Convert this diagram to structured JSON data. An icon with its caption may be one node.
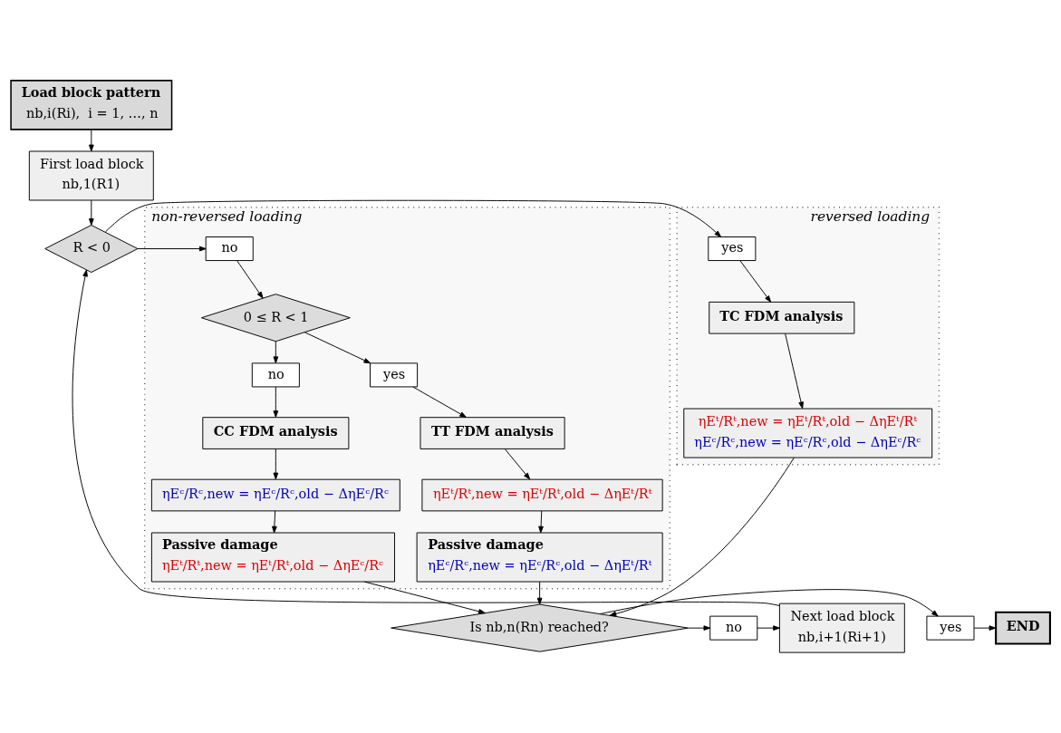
{
  "diagram": {
    "nodes": [
      {
        "text": [
          "Load block pattern",
          "nb,i(Ri),  i = 1, …, n"
        ]
      },
      {
        "text": [
          "First load block",
          "nb,1(R1)"
        ]
      },
      {
        "text": [
          "R < 0"
        ]
      },
      {
        "text": [
          "non-reversed loading"
        ]
      },
      {
        "text": [
          "no"
        ],
        "in": 3
      },
      {
        "text": [
          "reversed loading"
        ]
      },
      {
        "text": [
          "yes"
        ],
        "in": 5
      },
      {
        "text": [
          "0 ≤ R < 1"
        ],
        "in": 3
      },
      {
        "text": [
          "no"
        ],
        "in": 3
      },
      {
        "text": [
          "yes"
        ],
        "in": 3
      },
      {
        "text": [
          "CC FDM analysis"
        ],
        "in": 3
      },
      {
        "text": [
          "TT FDM analysis"
        ],
        "in": 3
      },
      {
        "text": [
          "ηEᶜ/Rᶜ,new = ηEᶜ/Rᶜ,old − ΔηEᶜ/Rᶜ"
        ],
        "in": 3
      },
      {
        "text": [
          "ηEᵗ/Rᵗ,new = ηEᵗ/Rᵗ,old − ΔηEᵗ/Rᵗ"
        ],
        "in": 3
      },
      {
        "text": [
          "Passive damage",
          "ηEᵗ/Rᵗ,new = ηEᵗ/Rᵗ,old − ΔηEᶜ/Rᶜ"
        ],
        "in": 3
      },
      {
        "text": [
          "Passive damage",
          "ηEᶜ/Rᶜ,new = ηEᶜ/Rᶜ,old − ΔηEᵗ/Rᵗ"
        ],
        "in": 3
      },
      {
        "text": [
          "TC FDM analysis"
        ],
        "in": 5
      },
      {
        "text": [
          "ηEᵗ/Rᵗ,new = ηEᵗ/Rᵗ,old − ΔηEᵗ/Rᵗ",
          "ηEᶜ/Rᶜ,new = ηEᶜ/Rᶜ,old − ΔηEᶜ/Rᶜ"
        ],
        "in": 5
      },
      {
        "text": [
          "Is nb,n(Rn) reached?"
        ]
      },
      {
        "text": [
          "yes"
        ]
      },
      {
        "text": [
          "END"
        ]
      },
      {
        "text": [
          "no"
        ]
      },
      {
        "text": [
          "Next load block",
          "nb,i+1(Ri+1)"
        ]
      }
    ],
    "edges": [
      {
        "from": 0,
        "to": 1,
        "arrow": "to"
      },
      {
        "from": 1,
        "to": 2,
        "arrow": "to"
      },
      {
        "from": 2,
        "to": 4,
        "arrow": "to"
      },
      {
        "from": 4,
        "to": 7,
        "arrow": "to"
      },
      {
        "from": 2,
        "to": 6,
        "arrow": "to"
      },
      {
        "from": 6,
        "to": 16,
        "arrow": "to"
      },
      {
        "from": 7,
        "to": 8,
        "arrow": "to"
      },
      {
        "from": 7,
        "to": 9,
        "arrow": "to"
      },
      {
        "from": 8,
        "to": 10,
        "arrow": "to"
      },
      {
        "from": 9,
        "to": 11,
        "arrow": "to"
      },
      {
        "from": 10,
        "to": 12,
        "arrow": "to"
      },
      {
        "from": 11,
        "to": 13,
        "arrow": "to"
      },
      {
        "from": 12,
        "to": 14,
        "arrow": "to"
      },
      {
        "from": 13,
        "to": 15,
        "arrow": "to"
      },
      {
        "from": 16,
        "to": 17,
        "arrow": "to"
      },
      {
        "from": 14,
        "to": 18,
        "arrow": "to"
      },
      {
        "from": 15,
        "to": 18,
        "arrow": "to"
      },
      {
        "from": 17,
        "to": 18,
        "arrow": "to"
      },
      {
        "from": 18,
        "to": 19,
        "arrow": "to"
      },
      {
        "from": 19,
        "to": 20,
        "arrow": "to"
      },
      {
        "from": 18,
        "to": 21,
        "arrow": "to"
      },
      {
        "from": 21,
        "to": 22,
        "arrow": "to"
      },
      {
        "from": 22,
        "to": 2,
        "arrow": "to"
      }
    ]
  }
}
